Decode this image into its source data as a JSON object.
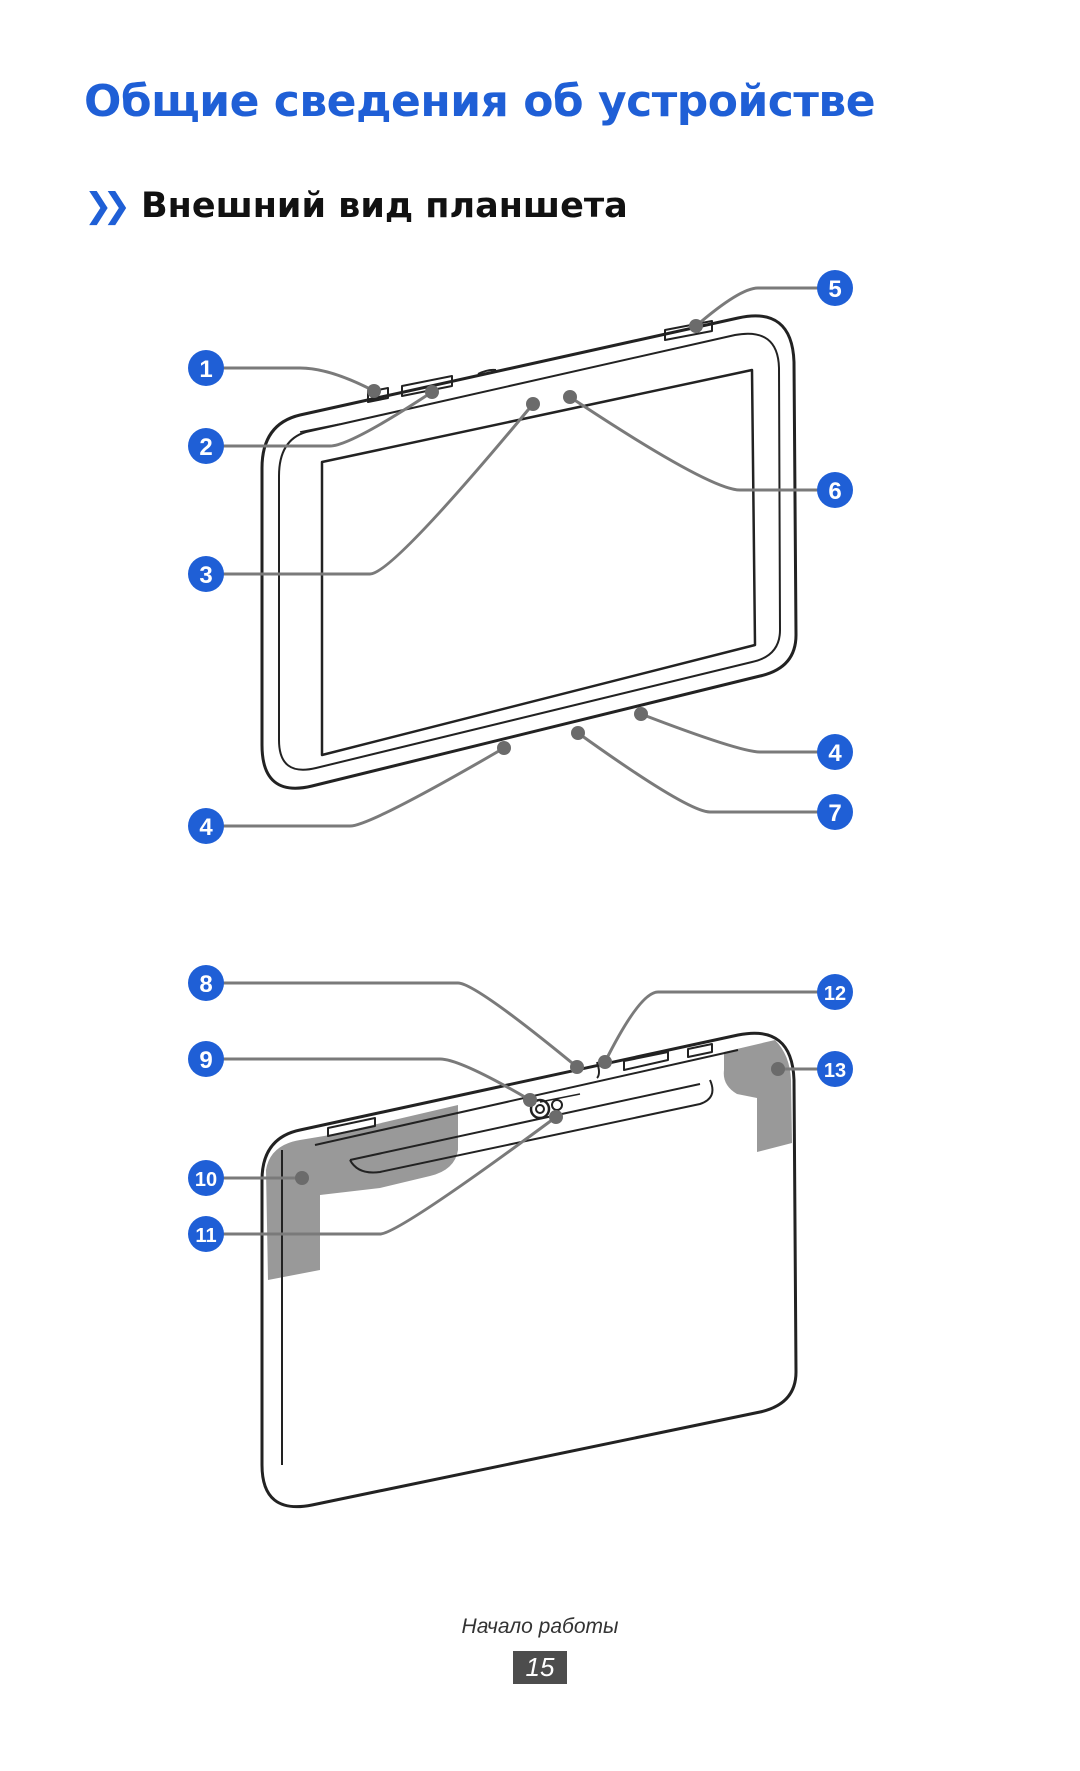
{
  "header": {
    "title": "Общие сведения об устройстве",
    "section_title": "Внешний вид планшета"
  },
  "callouts": {
    "c1": "1",
    "c2": "2",
    "c3": "3",
    "c4a": "4",
    "c4b": "4",
    "c5": "5",
    "c6": "6",
    "c7": "7",
    "c8": "8",
    "c9": "9",
    "c10": "10",
    "c11": "11",
    "c12": "12",
    "c13": "13"
  },
  "footer": {
    "label": "Начало работы",
    "page_number": "15"
  },
  "colors": {
    "accent": "#1f5fd6",
    "callout_fill": "#1f5fd6",
    "speaker_area": "#999999",
    "leader_line": "#7a7a7a"
  }
}
